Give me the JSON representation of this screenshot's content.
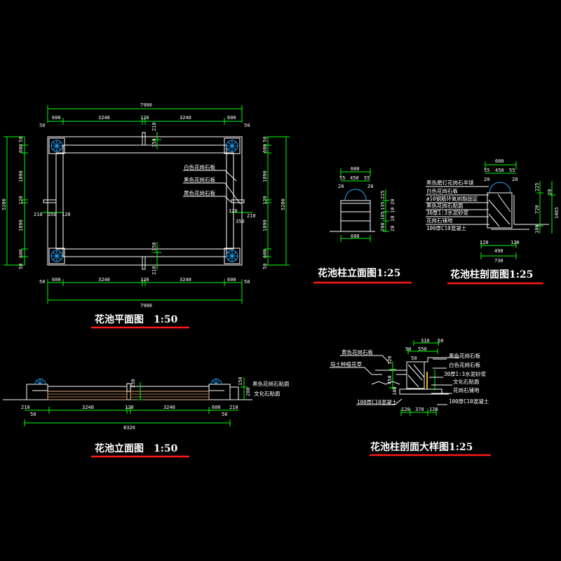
{
  "colors": {
    "background": "#000000",
    "dimension": "#00ff00",
    "line": "#ffffff",
    "dome": "#1ea8ff",
    "underline": "#ff1a1a",
    "brick": "#e8a060"
  },
  "plan": {
    "title": "花池平面图　1:50",
    "top_total": "7900",
    "top_segments": [
      "600",
      "3240",
      "120",
      "3240",
      "600"
    ],
    "top_offsets": [
      "50",
      "50"
    ],
    "bottom_total": "7900",
    "bottom_segments": [
      "600",
      "3240",
      "120",
      "3240",
      "600"
    ],
    "bottom_offsets": [
      "50",
      "50"
    ],
    "left_total": "5200",
    "left_segments": [
      "50",
      "600",
      "1890",
      "120",
      "1890",
      "600",
      "50"
    ],
    "right_total": "5200",
    "right_segments": [
      "50",
      "600",
      "1890",
      "120",
      "1890",
      "600",
      "50"
    ],
    "inner_dims": [
      "210",
      "350",
      "120",
      "210",
      "350",
      "120",
      "210",
      "350",
      "210",
      "350"
    ],
    "labels": [
      "白色花岗石板",
      "黑色花岗石板",
      "黄色花岗石板"
    ]
  },
  "column_elevation": {
    "title": "花池柱立面图1:25",
    "top_total": "600",
    "top_segments": [
      "55",
      "450",
      "55"
    ],
    "top_small": [
      "20",
      "20"
    ],
    "bottom_total": "600",
    "right_dims": [
      "225",
      "135",
      "185",
      "200"
    ],
    "right_dims_2": [
      "20",
      "10",
      "10",
      "20"
    ]
  },
  "column_section": {
    "title": "花池柱剖面图1:25",
    "top_total": "600",
    "top_segments": [
      "55",
      "450",
      "55"
    ],
    "top_small": [
      "20",
      "20"
    ],
    "labels": [
      "黑色磨打花岗石半球",
      "白色花岗石板",
      "ø10钢筋环氧树脂固定",
      "黑色花岗石贴面",
      "30厚1:3水泥砂浆",
      "花岗石铺地",
      "100厚C10混凝土"
    ],
    "right_dims": [
      "225",
      "720",
      "100"
    ],
    "right_dims_2": [
      "20",
      "1065"
    ],
    "bottom_segments": [
      "120",
      "120"
    ],
    "bottom_mid": "490",
    "bottom_total": "730"
  },
  "elevation": {
    "title": "花池立面图　1:50",
    "segments": [
      "210",
      "3240",
      "120",
      "3240",
      "600",
      "210"
    ],
    "offsets": [
      "50",
      "50"
    ],
    "total": "8320",
    "height_dims": [
      "250",
      "150",
      "200"
    ],
    "labels": [
      "黑色花岗石贴面",
      "文化石贴面"
    ]
  },
  "detail": {
    "title": "花池柱剖面大样图1:25",
    "top_dims": [
      "310",
      "50"
    ],
    "top_dims_2": [
      "50",
      "550"
    ],
    "left_dims": [
      "120",
      "50",
      "450",
      "100"
    ],
    "labels_left": [
      "黄色花岗石板",
      "培土种植花草",
      "100厚C10混凝土"
    ],
    "labels_right": [
      "黑色花岗石板",
      "白色花岗石板",
      "30厚1:3水泥砂浆",
      "文化石贴面",
      "花岗石铺地",
      "100厚C10混凝土"
    ],
    "bottom_dims": [
      "120",
      "370",
      "120"
    ]
  }
}
